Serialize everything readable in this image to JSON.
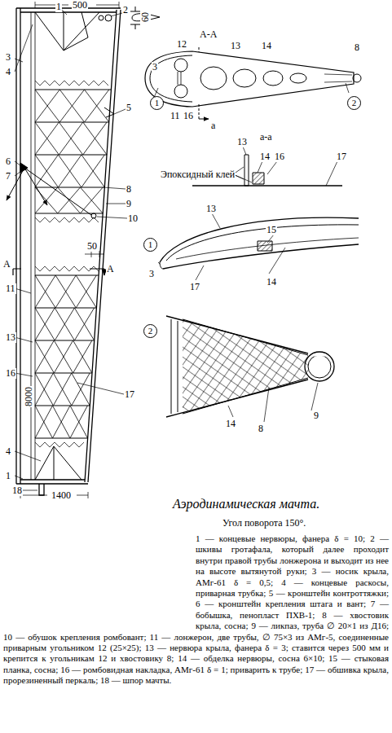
{
  "diagram": {
    "title": "Аэродинамическая мачта.",
    "caption": "1 — концевые нервюры, фанера δ = 10; 2 — шкивы гротафала, который далее проходит внутри правой трубы лонжерона и выходит из нее на высоте вытянутой руки; 3 — носик крыла, АМг-61 δ = 0,5; 4 — концевые раскосы, приварная трубка; 5 — кронштейн контроттяжки; 6 — кронштейн крепления штага и вант; 7 — бобышка, пенопласт ПХВ-1; 8 — хвостовик крыла, сосна; 9 — ликпаз, труба ∅ 20×1 из Д16; 10 — обушок крепления ромбовант; 11 — лонжерон, две трубы, ∅ 75×3 из АМг-5, соединенные приварным угольником 12 (25×25); 13 — нервюра крыла, фанера δ = 3; ставится через 500 мм и крепится к угольникам 12 и хвостовику 8; 14 — обделка нервюры, сосна 6×10; 15 — стыковая планка, сосна; 16 — ромбовидная накладка, АМг-61 δ = 1; приварить к трубе; 17 — обшивка крыла, прорезиненный перкаль; 18 — шпор мачты.",
    "nodes": [
      {
        "text": [
          "1"
        ]
      },
      {
        "text": [
          "2"
        ]
      },
      {
        "text": [
          "1"
        ]
      },
      {
        "text": [
          "2"
        ]
      }
    ],
    "labels": [
      "500",
      "1",
      "2",
      "3",
      "4",
      "60",
      "5",
      "6",
      "7",
      "8",
      "9",
      "10",
      "A",
      "A",
      "50",
      "11",
      "13",
      "8000",
      "16",
      "17",
      "4",
      "1",
      "18",
      "1400",
      "A-A",
      "3",
      "12",
      "13",
      "14",
      "8",
      "11",
      "16",
      "a",
      "a-a",
      "13",
      "14",
      "16",
      "17",
      "Эпоксидный клей",
      "13",
      "15",
      "3",
      "17",
      "14",
      "14",
      "8",
      "9",
      "Угол поворота 150°."
    ]
  }
}
